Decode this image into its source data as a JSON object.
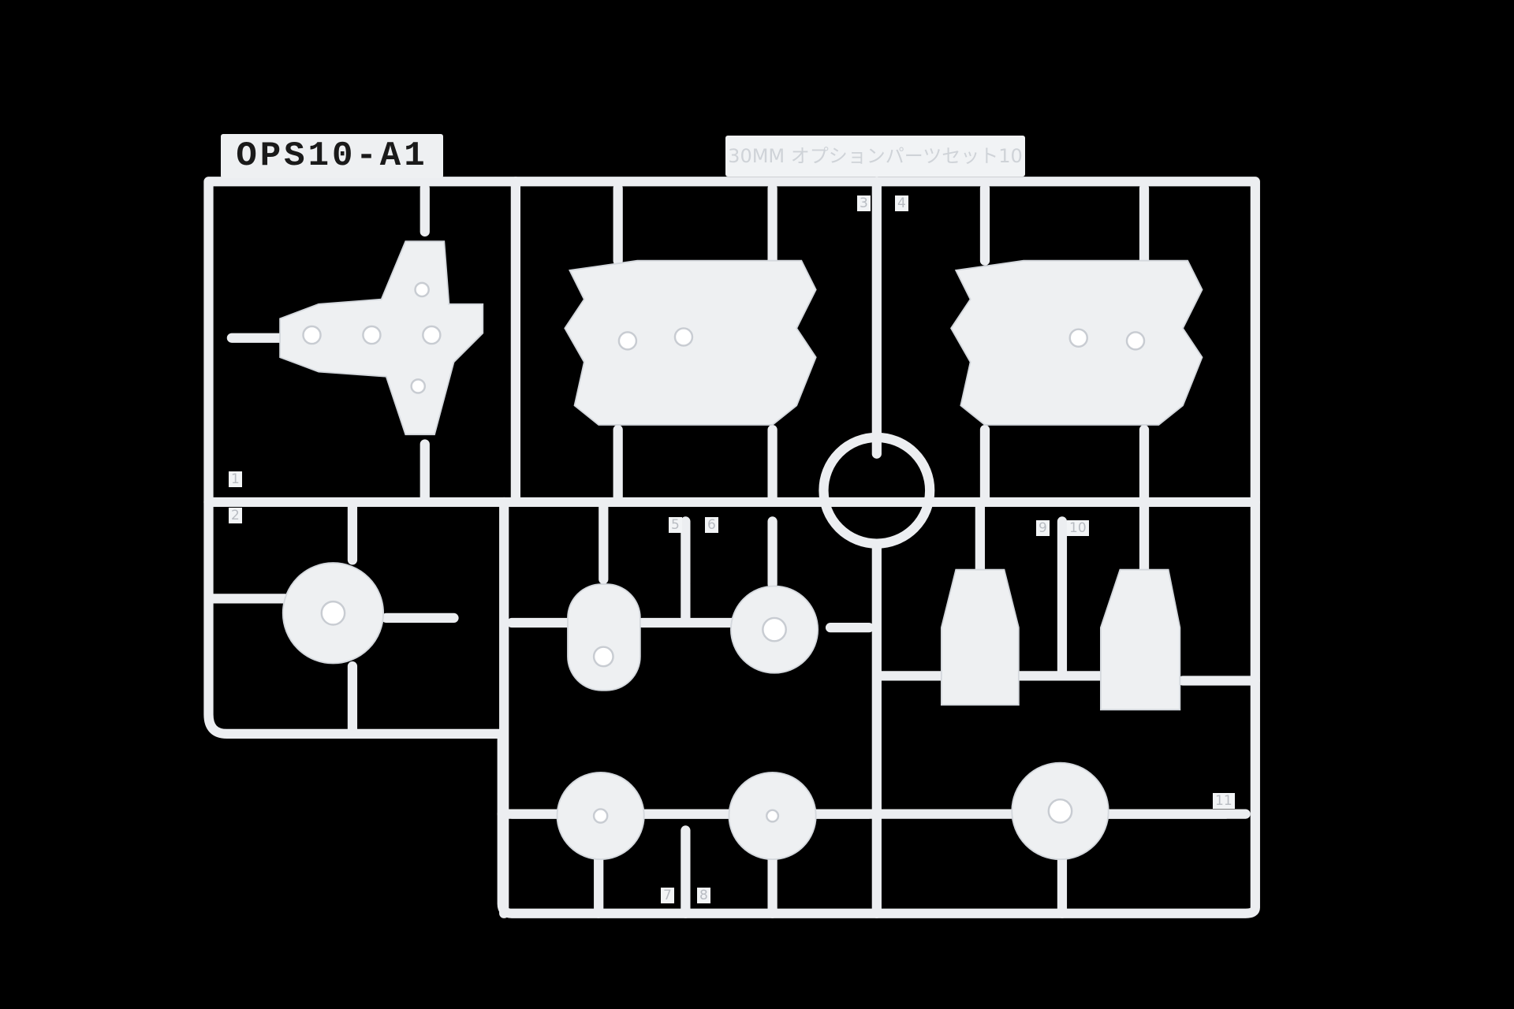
{
  "sprue": {
    "id_tag": "OPS10-A1",
    "product_tag": "30MM オプションパーツセット10",
    "part_numbers": [
      "1",
      "2",
      "3",
      "4",
      "5",
      "6",
      "7",
      "8",
      "9",
      "10",
      "11"
    ],
    "plastic_color": "#eef0f2",
    "background_color": "#000000"
  }
}
